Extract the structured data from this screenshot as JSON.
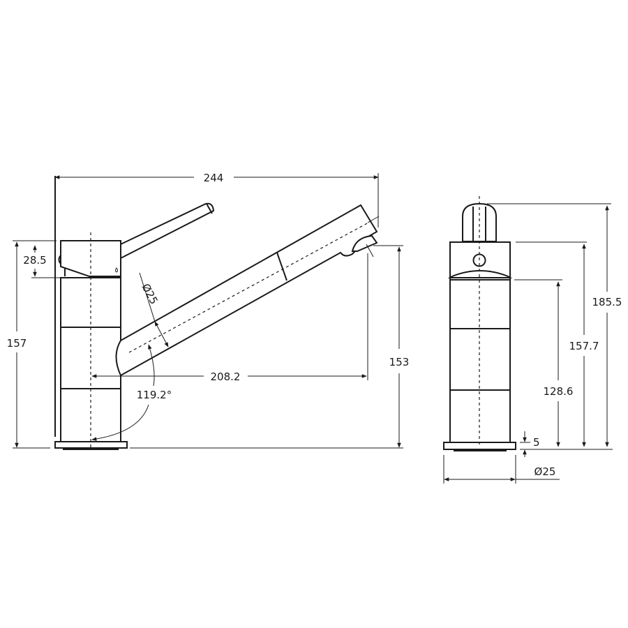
{
  "drawing": {
    "subject": "Kitchen mixer tap technical drawing",
    "units": "mm",
    "line_color": "#1a1a1a",
    "background": "#ffffff"
  },
  "front_view": {
    "overall_width": "244",
    "handle_height": "28.5",
    "body_height": "157",
    "spout_diameter": "Ø25",
    "spout_reach": "208.2",
    "spout_angle": "119.2°",
    "spout_outlet_height": "153"
  },
  "side_view": {
    "overall_height": "185.5",
    "top_of_body_height": "157.7",
    "lower_body_height": "128.6",
    "base_thickness": "5",
    "base_diameter": "Ø25"
  }
}
